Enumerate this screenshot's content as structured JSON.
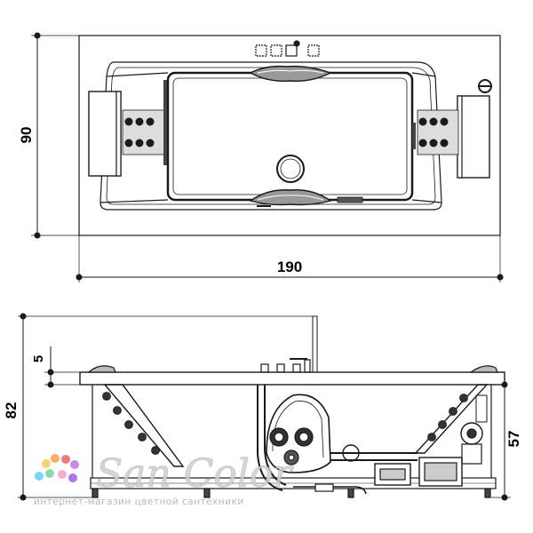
{
  "dimensions": {
    "top_height": "90",
    "top_width": "190",
    "side_rim": "5",
    "side_total_height": "82",
    "side_tub_height": "57"
  },
  "watermark": {
    "brand": "San Color",
    "subtitle": "интернет-магазин цветной сантехники",
    "dot_colors": [
      "#f2c94c",
      "#f2994a",
      "#eb5757",
      "#bb6bd9",
      "#56ccf2",
      "#6fcf97",
      "#f299c2",
      "#9b51e0"
    ]
  },
  "colors": {
    "line": "#1a1a1a",
    "watermark_text": "#c8c8c8"
  }
}
